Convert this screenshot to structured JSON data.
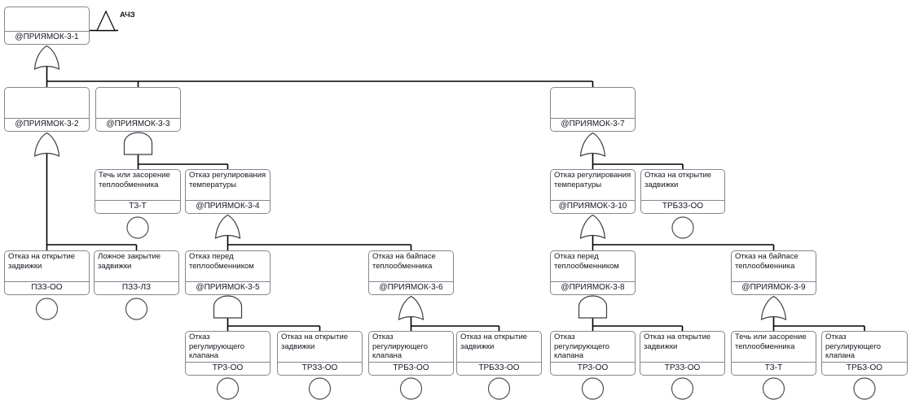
{
  "diagram": {
    "type": "fault-tree",
    "transfer_symbol": {
      "label": "АЧЗ"
    },
    "colors": {
      "background": "#ffffff",
      "box_border": "#81888f",
      "connector": "#000000",
      "symbol_stroke": "#3c3c46",
      "text": "#15151f"
    },
    "nodes": [
      {
        "desc": "",
        "label": "@ПРИЯМОК-3-1",
        "symbol": "or-gate"
      },
      {
        "desc": "",
        "label": "@ПРИЯМОК-3-2",
        "symbol": "or-gate"
      },
      {
        "desc": "",
        "label": "@ПРИЯМОК-3-3",
        "symbol": "and-gate"
      },
      {
        "desc": "",
        "label": "@ПРИЯМОК-3-7",
        "symbol": "or-gate"
      },
      {
        "desc": "Течь или засорение теплообменника",
        "label": "ТЗ-Т",
        "symbol": "basic-event"
      },
      {
        "desc": "Отказ регулирования температуры",
        "label": "@ПРИЯМОК-3-4",
        "symbol": "or-gate"
      },
      {
        "desc": "Отказ регулирования температуры",
        "label": "@ПРИЯМОК-3-10",
        "symbol": "or-gate"
      },
      {
        "desc": "Отказ на открытие задвижки",
        "label": "ТРБЗЗ-ОО",
        "symbol": "basic-event"
      },
      {
        "desc": "Отказ на открытие задвижки",
        "label": "ПЗЗ-ОО",
        "symbol": "basic-event"
      },
      {
        "desc": "Ложное закрытие задвижки",
        "label": "ПЗЗ-ЛЗ",
        "symbol": "basic-event"
      },
      {
        "desc": "Отказ перед теплообменником",
        "label": "@ПРИЯМОК-3-5",
        "symbol": "and-gate"
      },
      {
        "desc": "Отказ на байпасе теплообменника",
        "label": "@ПРИЯМОК-3-6",
        "symbol": "or-gate"
      },
      {
        "desc": "Отказ перед теплообменником",
        "label": "@ПРИЯМОК-3-8",
        "symbol": "and-gate"
      },
      {
        "desc": "Отказ на байпасе теплообменника",
        "label": "@ПРИЯМОК-3-9",
        "symbol": "or-gate"
      },
      {
        "desc": "Отказ регулирующего клапана",
        "label": "ТРЗ-ОО",
        "symbol": "basic-event"
      },
      {
        "desc": "Отказ на открытие задвижки",
        "label": "ТРЗЗ-ОО",
        "symbol": "basic-event"
      },
      {
        "desc": "Отказ регулирующего клапана",
        "label": "ТРБЗ-ОО",
        "symbol": "basic-event"
      },
      {
        "desc": "Отказ на открытие задвижки",
        "label": "ТРБЗЗ-ОО",
        "symbol": "basic-event"
      },
      {
        "desc": "Отказ регулирующего клапана",
        "label": "ТРЗ-ОО",
        "symbol": "basic-event"
      },
      {
        "desc": "Отказ на открытие задвижки",
        "label": "ТРЗЗ-ОО",
        "symbol": "basic-event"
      },
      {
        "desc": "Течь или засорение теплообменника",
        "label": "ТЗ-Т",
        "symbol": "basic-event"
      },
      {
        "desc": "Отказ регулирующего клапана",
        "label": "ТРБЗ-ОО",
        "symbol": "basic-event"
      }
    ]
  }
}
